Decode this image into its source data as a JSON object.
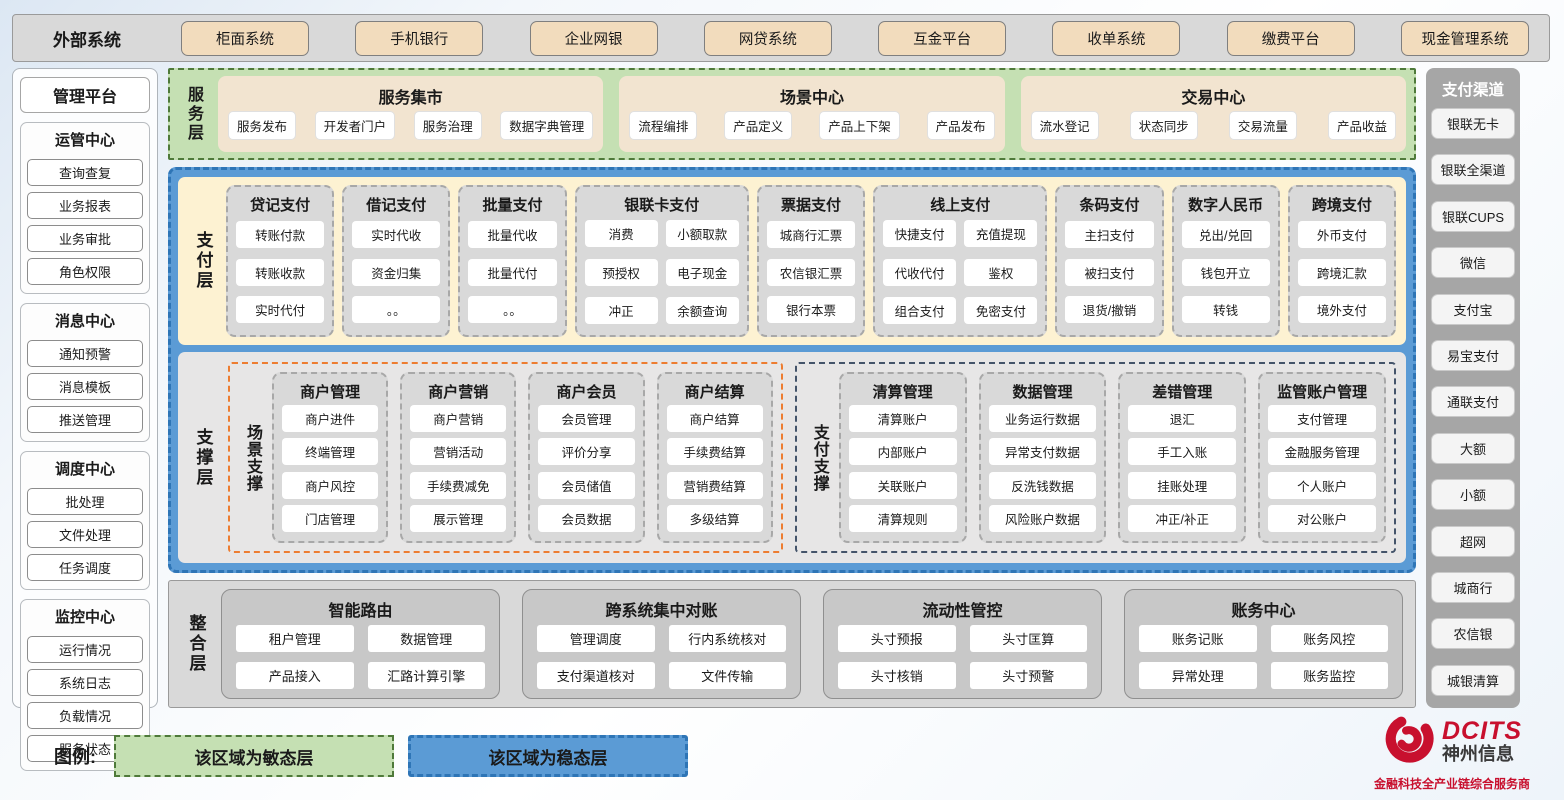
{
  "external": {
    "label": "外部系统",
    "items": [
      "柜面系统",
      "手机银行",
      "企业网银",
      "网贷系统",
      "互金平台",
      "收单系统",
      "缴费平台",
      "现金管理系统"
    ]
  },
  "management": {
    "title": "管理平台",
    "groups": [
      {
        "title": "运管中心",
        "items": [
          "查询查复",
          "业务报表",
          "业务审批",
          "角色权限"
        ]
      },
      {
        "title": "消息中心",
        "items": [
          "通知预警",
          "消息模板",
          "推送管理"
        ]
      },
      {
        "title": "调度中心",
        "items": [
          "批处理",
          "文件处理",
          "任务调度"
        ]
      },
      {
        "title": "监控中心",
        "items": [
          "运行情况",
          "系统日志",
          "负载情况",
          "服务状态"
        ]
      }
    ]
  },
  "service_layer": {
    "label": "服务层",
    "panels": [
      {
        "title": "服务集市",
        "items": [
          "服务发布",
          "开发者门户",
          "服务治理",
          "数据字典管理"
        ]
      },
      {
        "title": "场景中心",
        "items": [
          "流程编排",
          "产品定义",
          "产品上下架",
          "产品发布"
        ]
      },
      {
        "title": "交易中心",
        "items": [
          "流水登记",
          "状态同步",
          "交易流量",
          "产品收益"
        ]
      }
    ]
  },
  "payment_layer": {
    "label": "支付层",
    "columns": [
      {
        "title": "贷记支付",
        "items": [
          "转账付款",
          "转账收款",
          "实时代付"
        ]
      },
      {
        "title": "借记支付",
        "items": [
          "实时代收",
          "资金归集",
          "。。"
        ]
      },
      {
        "title": "批量支付",
        "items": [
          "批量代收",
          "批量代付",
          "。。"
        ]
      },
      {
        "title": "银联卡支付",
        "items": [
          "消费",
          "小额取款",
          "预授权",
          "电子现金",
          "冲正",
          "余额查询"
        ]
      },
      {
        "title": "票据支付",
        "items": [
          "城商行汇票",
          "农信银汇票",
          "银行本票"
        ]
      },
      {
        "title": "线上支付",
        "items": [
          "快捷支付",
          "充值提现",
          "代收代付",
          "鉴权",
          "组合支付",
          "免密支付"
        ]
      },
      {
        "title": "条码支付",
        "items": [
          "主扫支付",
          "被扫支付",
          "退货/撤销"
        ]
      },
      {
        "title": "数字人民币",
        "items": [
          "兑出/兑回",
          "钱包开立",
          "转钱"
        ]
      },
      {
        "title": "跨境支付",
        "items": [
          "外币支付",
          "跨境汇款",
          "境外支付"
        ]
      }
    ]
  },
  "support_layer": {
    "label": "支撑层",
    "scene_support": {
      "label": "场景支撑",
      "columns": [
        {
          "title": "商户管理",
          "items": [
            "商户进件",
            "终端管理",
            "商户风控",
            "门店管理"
          ]
        },
        {
          "title": "商户营销",
          "items": [
            "商户营销",
            "营销活动",
            "手续费减免",
            "展示管理"
          ]
        },
        {
          "title": "商户会员",
          "items": [
            "会员管理",
            "评价分享",
            "会员储值",
            "会员数据"
          ]
        },
        {
          "title": "商户结算",
          "items": [
            "商户结算",
            "手续费结算",
            "营销费结算",
            "多级结算"
          ]
        }
      ]
    },
    "payment_support": {
      "label": "支付支撑",
      "columns": [
        {
          "title": "清算管理",
          "items": [
            "清算账户",
            "内部账户",
            "关联账户",
            "清算规则"
          ]
        },
        {
          "title": "数据管理",
          "items": [
            "业务运行数据",
            "异常支付数据",
            "反洗钱数据",
            "风险账户数据"
          ]
        },
        {
          "title": "差错管理",
          "items": [
            "退汇",
            "手工入账",
            "挂账处理",
            "冲正/补正"
          ]
        },
        {
          "title": "监管账户管理",
          "items": [
            "支付管理",
            "金融服务管理",
            "个人账户",
            "对公账户"
          ]
        }
      ]
    }
  },
  "integration_layer": {
    "label": "整合层",
    "panels": [
      {
        "title": "智能路由",
        "items": [
          "租户管理",
          "数据管理",
          "产品接入",
          "汇路计算引擎"
        ]
      },
      {
        "title": "跨系统集中对账",
        "items": [
          "管理调度",
          "行内系统核对",
          "支付渠道核对",
          "文件传输"
        ]
      },
      {
        "title": "流动性管控",
        "items": [
          "头寸预报",
          "头寸匡算",
          "头寸核销",
          "头寸预警"
        ]
      },
      {
        "title": "账务中心",
        "items": [
          "账务记账",
          "账务风控",
          "异常处理",
          "账务监控"
        ]
      }
    ]
  },
  "channels": {
    "title": "支付渠道",
    "items": [
      "银联无卡",
      "银联全渠道",
      "银联CUPS",
      "微信",
      "支付宝",
      "易宝支付",
      "通联支付",
      "大额",
      "小额",
      "超网",
      "城商行",
      "农信银",
      "城银清算"
    ]
  },
  "legend": {
    "label": "图例:",
    "agile": "该区域为敏态层",
    "stable": "该区域为稳态层"
  },
  "logo": {
    "brand": "DCITS",
    "company": "神州信息",
    "tagline": "金融科技全产业链综合服务商"
  },
  "colors": {
    "agile_green": "#c5e0b3",
    "stable_blue": "#5b9bd5",
    "scene_orange": "#ed7d31",
    "external_tan": "#f2dcbd",
    "panel_gray": "#d9d9d9",
    "logo_red": "#c8102e"
  }
}
